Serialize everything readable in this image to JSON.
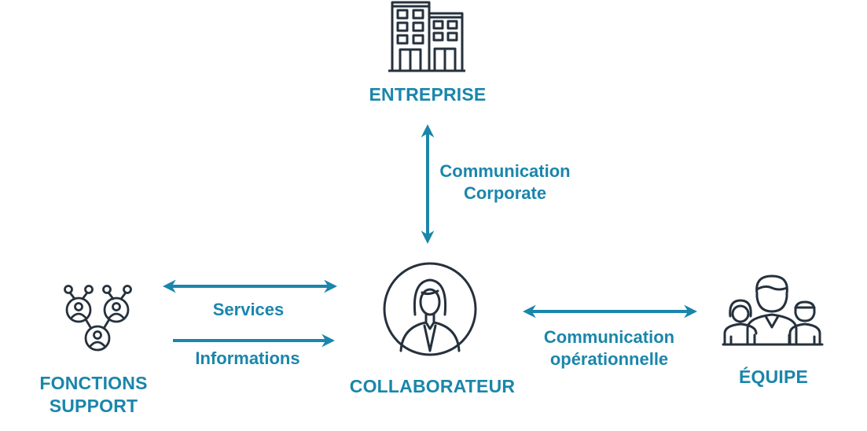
{
  "nodes": {
    "entreprise": {
      "label": "ENTREPRISE",
      "icon": "building-icon"
    },
    "collaborateur": {
      "label": "COLLABORATEUR",
      "icon": "businesswoman-avatar-icon"
    },
    "fonctions_support": {
      "label_line1": "FONCTIONS",
      "label_line2": "SUPPORT",
      "icon": "network-people-icon"
    },
    "equipe": {
      "label": "ÉQUIPE",
      "icon": "team-group-icon"
    }
  },
  "edges": {
    "corporate": {
      "line1": "Communication",
      "line2": "Corporate",
      "direction": "bidirectional"
    },
    "services": {
      "label": "Services",
      "direction": "bidirectional"
    },
    "informations": {
      "label": "Informations",
      "direction": "to-collaborateur"
    },
    "operationnelle": {
      "line1": "Communication",
      "line2": "opérationnelle",
      "direction": "bidirectional"
    }
  },
  "colors": {
    "accent": "#1a86ab",
    "icon": "#26313d"
  }
}
